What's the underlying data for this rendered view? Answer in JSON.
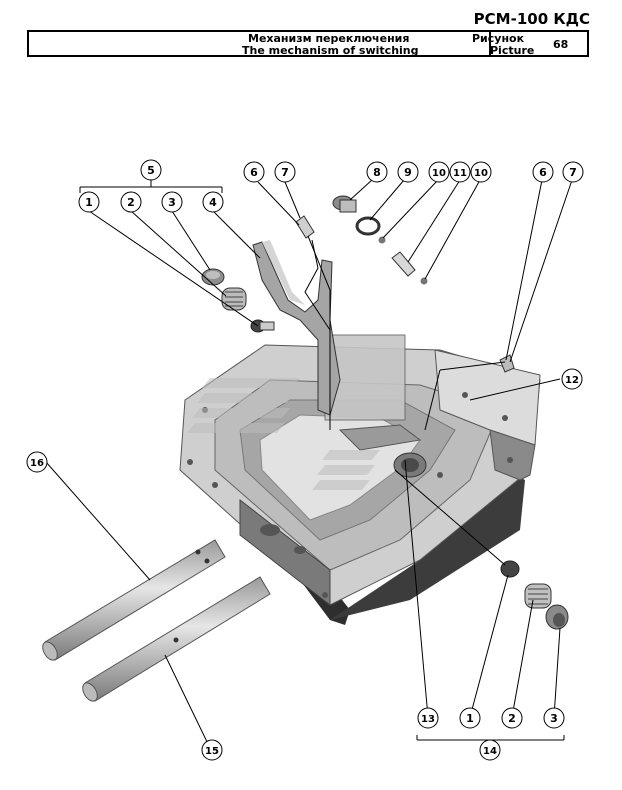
{
  "document": {
    "code": "РСМ-100 КДС",
    "title_ru": "Механизм переключения",
    "title_en": "The mechanism of switching",
    "picture_label_ru": "Рисунок",
    "picture_label_en": "Picture",
    "picture_number": "68"
  },
  "callouts": {
    "c5": "5",
    "c1a": "1",
    "c2a": "2",
    "c3a": "3",
    "c4": "4",
    "c6a": "6",
    "c7a": "7",
    "c8": "8",
    "c9": "9",
    "c10a": "10",
    "c11": "11",
    "c10b": "10",
    "c6b": "6",
    "c7b": "7",
    "c12": "12",
    "c16": "16",
    "c13": "13",
    "c1b": "1",
    "c2b": "2",
    "c3b": "3",
    "c14": "14",
    "c15": "15"
  },
  "colors": {
    "line": "#000000",
    "part_light": "#d4d4d4",
    "part_mid": "#a8a8a8",
    "part_dark": "#3a3a3a",
    "watermark": "#c8c8c8"
  }
}
